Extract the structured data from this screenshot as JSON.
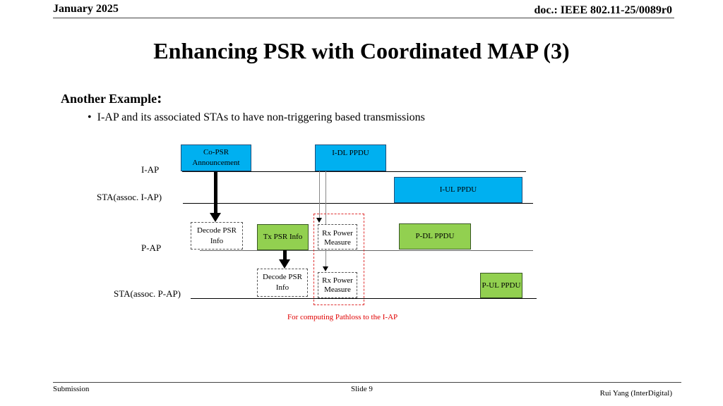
{
  "header": {
    "date": "January 2025",
    "doc": "doc.: IEEE 802.11-25/0089r0"
  },
  "title": "Enhancing PSR with Coordinated MAP (3)",
  "subtitle": "Another Example",
  "subtitle_colon": ":",
  "bullet": "I-AP and its associated STAs to have non-triggering based transmissions",
  "diagram": {
    "rows": [
      "I-AP",
      "STA(assoc. I-AP)",
      "P-AP",
      "STA(assoc. P-AP)"
    ],
    "co_psr": "Co-PSR Announcement",
    "i_dl": "I-DL PPDU",
    "i_ul": "I-UL PPDU",
    "decode1": "Decode PSR Info",
    "tx_psr": "Tx PSR Info",
    "rx1": "Rx Power Measure",
    "p_dl": "P-DL PPDU",
    "decode2": "Decode PSR Info",
    "rx2": "Rx Power Measure",
    "p_ul": "P-UL PPDU",
    "note": "For computing Pathloss to the I-AP",
    "colors": {
      "blue": "#00b0f0",
      "green": "#92d050",
      "note": "#e00000"
    }
  },
  "footer": {
    "left": "Submission",
    "center": "Slide 9",
    "right": "Rui Yang (InterDigital)"
  }
}
